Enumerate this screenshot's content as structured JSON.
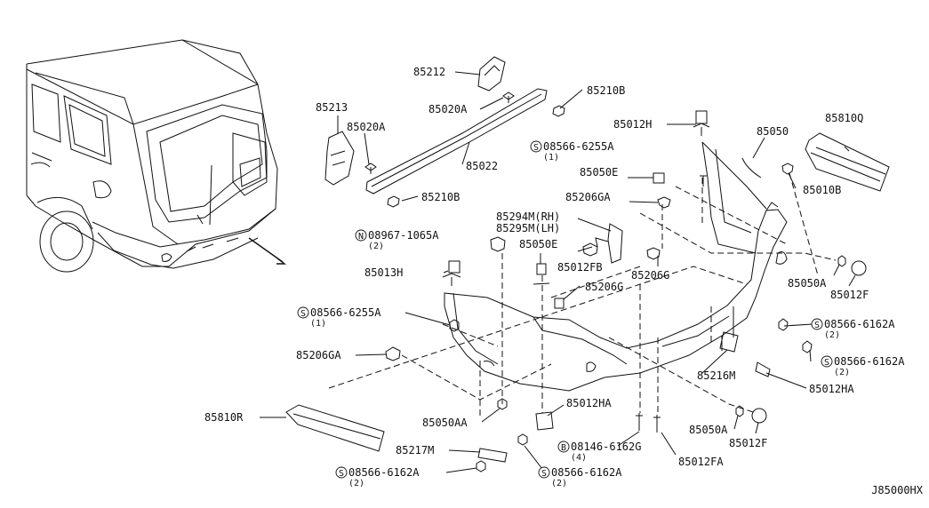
{
  "diagram_id": "J85000HX",
  "labels": {
    "p85212": "85212",
    "p85210b_top": "85210B",
    "p85020a_top": "85020A",
    "p85213": "85213",
    "p85020a": "85020A",
    "p85022": "85022",
    "p85210b": "85210B",
    "p85012h": "85012H",
    "p85050": "85050",
    "p85810q": "85810Q",
    "s08566_6255a_top": "08566-6255A",
    "s08566_6255a_top_qty": "(1)",
    "p85050e_top": "85050E",
    "p85010b": "85010B",
    "p85206ga_top": "85206GA",
    "p85294m": "85294M(RH)",
    "p85295m": "85295M(LH)",
    "n08967_1065a": "08967-1065A",
    "n08967_1065a_qty": "(2)",
    "p85050e": "85050E",
    "p85012fb": "85012FB",
    "p85206g_right": "85206G",
    "p85013h": "85013H",
    "p85206g": "85206G",
    "p85050a_right": "85050A",
    "p85012f_right": "85012F",
    "s08566_6255a": "08566-6255A",
    "s08566_6255a_qty": "(1)",
    "s08566_6162a_r1": "08566-6162A",
    "s08566_6162a_r1_qty": "(2)",
    "p85206ga": "85206GA",
    "s08566_6162a_r2": "08566-6162A",
    "s08566_6162a_r2_qty": "(2)",
    "p85216m": "85216M",
    "p85012ha_right": "85012HA",
    "p85810r": "85810R",
    "p85050aa": "85050AA",
    "p85012ha": "85012HA",
    "p85050a": "85050A",
    "p85012f": "85012F",
    "b08146_6162g": "08146-6162G",
    "b08146_6162g_qty": "(4)",
    "p85217m": "85217M",
    "p85012fa": "85012FA",
    "s08566_6162a_bl": "08566-6162A",
    "s08566_6162a_bl_qty": "(2)",
    "s08566_6162a_bc": "08566-6162A",
    "s08566_6162a_bc_qty": "(2)"
  },
  "symbols": {
    "screw": "S",
    "nut": "N",
    "bolt": "B"
  }
}
